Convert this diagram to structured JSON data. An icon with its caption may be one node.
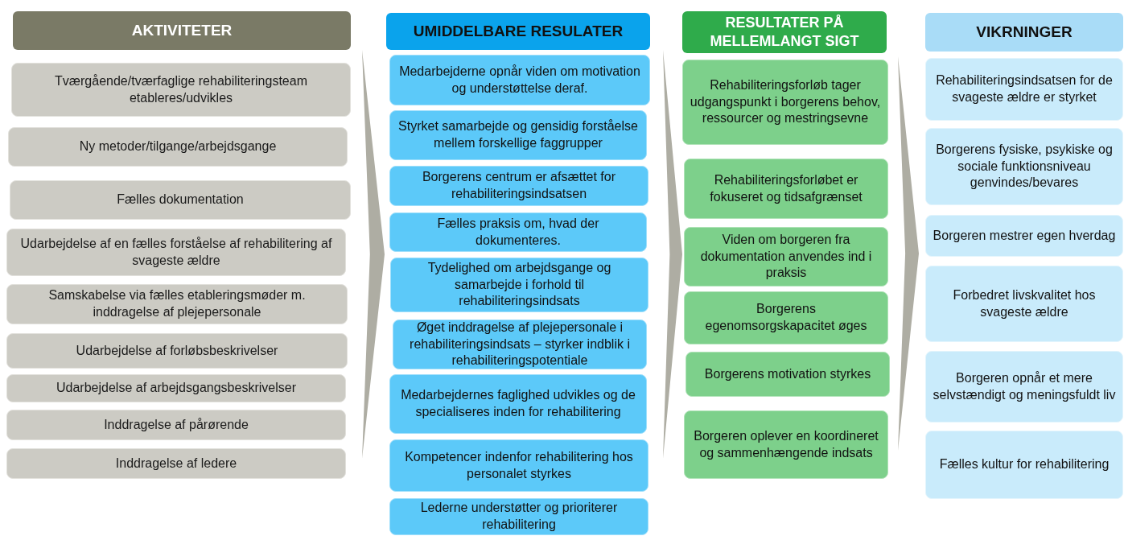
{
  "diagram": {
    "nodes": [
      {
        "text": [
          "AKTIVITETER"
        ]
      },
      {
        "text": [
          "Tværgående/tværfaglige rehabiliteringsteam etableres/udvikles"
        ]
      },
      {
        "text": [
          "Ny metoder/tilgange/arbejdsgange"
        ]
      },
      {
        "text": [
          "Fælles dokumentation"
        ]
      },
      {
        "text": [
          "Udarbejdelse af en fælles forståelse af rehabilitering af svageste ældre"
        ]
      },
      {
        "text": [
          "Samskabelse via fælles etableringsmøder m. inddragelse af plejepersonale"
        ]
      },
      {
        "text": [
          "Udarbejdelse af forløbsbeskrivelser"
        ]
      },
      {
        "text": [
          "Udarbejdelse af arbejdsgangsbeskrivelser"
        ]
      },
      {
        "text": [
          "Inddragelse af pårørende"
        ]
      },
      {
        "text": [
          "Inddragelse af ledere"
        ]
      },
      {
        "text": [
          "UMIDDELBARE RESULATER"
        ]
      },
      {
        "text": [
          "Medarbejderne opnår viden om motivation og understøttelse deraf."
        ]
      },
      {
        "text": [
          "Styrket samarbejde og gensidig forståelse mellem forskellige faggrupper"
        ]
      },
      {
        "text": [
          "Borgerens centrum er afsættet for rehabiliteringsindsatsen"
        ]
      },
      {
        "text": [
          "Fælles praksis om, hvad der dokumenteres."
        ]
      },
      {
        "text": [
          "Tydelighed om arbejdsgange og samarbejde i forhold til rehabiliteringsindsats"
        ]
      },
      {
        "text": [
          "Øget inddragelse af plejepersonale i rehabiliteringsindsats – styrker indblik i rehabiliteringspotentiale"
        ]
      },
      {
        "text": [
          "Medarbejdernes faglighed udvikles og de specialiseres inden for rehabilitering"
        ]
      },
      {
        "text": [
          "Kompetencer indenfor rehabilitering hos personalet styrkes"
        ]
      },
      {
        "text": [
          "Lederne understøtter og prioriterer rehabilitering"
        ]
      },
      {
        "text": [
          "RESULTATER PÅ MELLEMLANGT SIGT"
        ]
      },
      {
        "text": [
          "Rehabiliteringsforløb tager udgangspunkt i borgerens behov, ressourcer og mestringsevne"
        ]
      },
      {
        "text": [
          "Rehabiliteringsforløbet er fokuseret og tidsafgrænset"
        ]
      },
      {
        "text": [
          "Viden om borgeren fra dokumentation anvendes ind i praksis"
        ]
      },
      {
        "text": [
          "Borgerens egenomsorgskapacitet øges"
        ]
      },
      {
        "text": [
          "Borgerens motivation styrkes"
        ]
      },
      {
        "text": [
          "Borgeren oplever en koordineret og sammenhængende indsats"
        ]
      },
      {
        "text": [
          "VIKRNINGER"
        ]
      },
      {
        "text": [
          "Rehabiliteringsindsatsen for de svageste ældre er styrket"
        ]
      },
      {
        "text": [
          "Borgerens fysiske, psykiske og sociale funktionsniveau genvindes/bevares"
        ]
      },
      {
        "text": [
          "Borgeren mestrer egen hverdag"
        ]
      },
      {
        "text": [
          "Forbedret livskvalitet hos svageste ældre"
        ]
      },
      {
        "text": [
          "Borgeren opnår et mere selvstændigt og meningsfuldt liv"
        ]
      },
      {
        "text": [
          "Fælles kultur for rehabilitering"
        ]
      }
    ]
  }
}
